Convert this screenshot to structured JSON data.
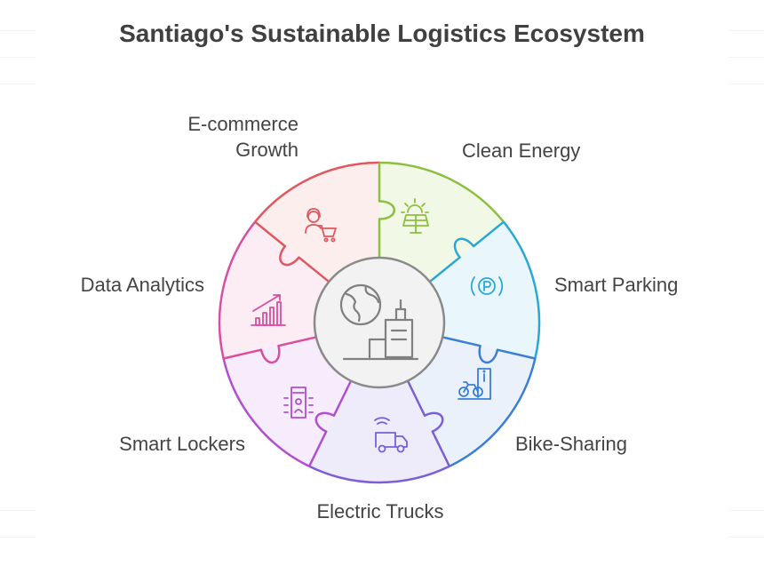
{
  "title": "Santiago's Sustainable Logistics Ecosystem",
  "segments": [
    {
      "id": "ecommerce",
      "label_line1": "E-commerce",
      "label_line2": "Growth",
      "icon": "shopper-cart-icon",
      "color": "#e0575f",
      "fill": "#fdeeee"
    },
    {
      "id": "clean-energy",
      "label": "Clean Energy",
      "icon": "solar-panel-icon",
      "color": "#8cbf3f",
      "fill": "#f2f8e6"
    },
    {
      "id": "smart-parking",
      "label": "Smart Parking",
      "icon": "parking-icon",
      "color": "#29a8d6",
      "fill": "#e9f6fb"
    },
    {
      "id": "bike-sharing",
      "label": "Bike-Sharing",
      "icon": "bike-station-icon",
      "color": "#3a7fd5",
      "fill": "#eaf1fb"
    },
    {
      "id": "electric-trucks",
      "label": "Electric Trucks",
      "icon": "electric-truck-icon",
      "color": "#7a5fd6",
      "fill": "#eeebfa"
    },
    {
      "id": "smart-lockers",
      "label": "Smart Lockers",
      "icon": "locker-icon",
      "color": "#b04fd1",
      "fill": "#f6ecfb"
    },
    {
      "id": "data-analytics",
      "label": "Data Analytics",
      "icon": "growth-chart-icon",
      "color": "#d84f9e",
      "fill": "#fcedf5"
    }
  ],
  "center": {
    "icon": "globe-city-icon",
    "fill": "#f2f2f2",
    "stroke": "#808080"
  }
}
